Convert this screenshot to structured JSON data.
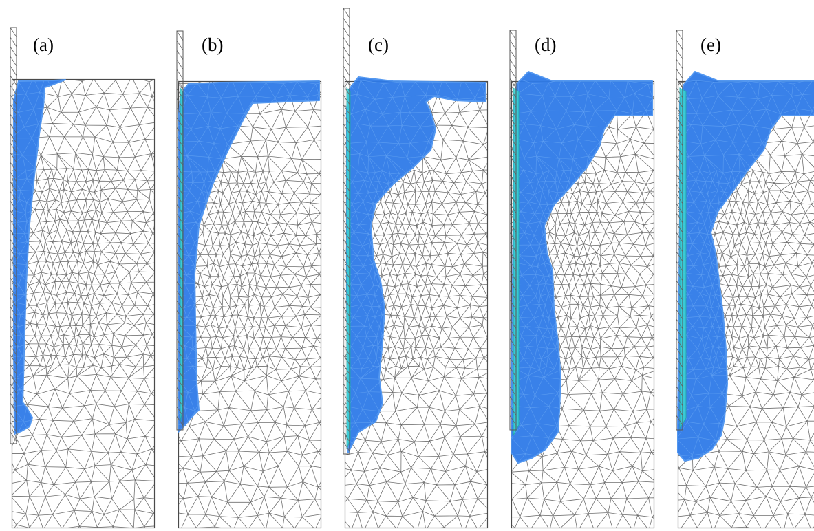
{
  "figure": {
    "background": "#ffffff",
    "colors": {
      "mesh_line": "#6f6f6f",
      "mesh_border": "#4a4a4a",
      "region_fill": "#2f7be8",
      "region_edge": "#4b93f0",
      "shear_band": "#39d6d2",
      "shear_band_dark": "#1fa9a6"
    }
  },
  "panels": [
    {
      "label": "(a)"
    },
    {
      "label": "(b)"
    },
    {
      "label": "(c)"
    },
    {
      "label": "(d)"
    },
    {
      "label": "(e)"
    }
  ]
}
